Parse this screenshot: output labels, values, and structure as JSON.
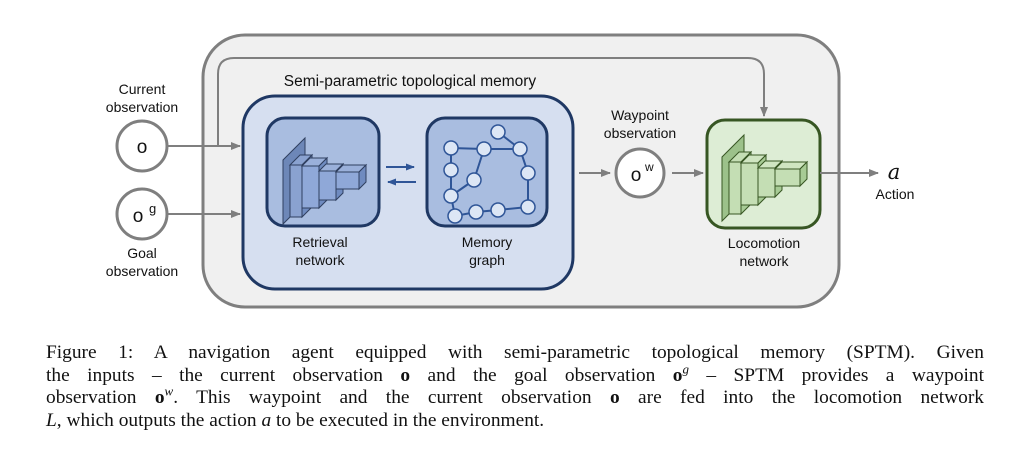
{
  "diagram": {
    "inputs": {
      "current": {
        "symbol": "o",
        "label_line1": "Current",
        "label_line2": "observation"
      },
      "goal": {
        "symbol": "o",
        "superscript": "g",
        "label_line1": "Goal",
        "label_line2": "observation"
      }
    },
    "sptm": {
      "title": "Semi-parametric topological memory",
      "retrieval": {
        "label_line1": "Retrieval",
        "label_line2": "network"
      },
      "memory": {
        "label_line1": "Memory",
        "label_line2": "graph"
      }
    },
    "waypoint": {
      "symbol": "o",
      "superscript": "w",
      "label_line1": "Waypoint",
      "label_line2": "observation"
    },
    "locomotion": {
      "label_line1": "Locomotion",
      "label_line2": "network"
    },
    "output": {
      "symbol": "a",
      "label": "Action"
    },
    "colors": {
      "outer_fill": "#f0f0f0",
      "outer_stroke": "#7f7f7f",
      "sptm_fill": "#d6dff0",
      "sptm_stroke": "#1f3864",
      "inner_fill": "#a9bde0",
      "loco_fill": "#ddedd5",
      "loco_stroke": "#375623",
      "arrow": "#7f7f7f"
    }
  },
  "caption": {
    "line1_a": "Figure 1:   A navigation agent equipped with semi-parametric topological memory (SPTM). Given",
    "line2_a": "the inputs – the current observation ",
    "line2_o": "o",
    "line2_b": " and the goal observation ",
    "line2_o2": "o",
    "line2_sup": "g",
    "line2_c": " – SPTM provides a waypoint",
    "line3_a": "observation ",
    "line3_o": "o",
    "line3_sup": "w",
    "line3_b": ".  This waypoint and the current observation ",
    "line3_o2": "o",
    "line3_c": " are fed into the locomotion network",
    "line4_L": "L",
    "line4_a": ", which outputs the action ",
    "line4_sym": "a",
    "line4_b": " to be executed in the environment."
  }
}
